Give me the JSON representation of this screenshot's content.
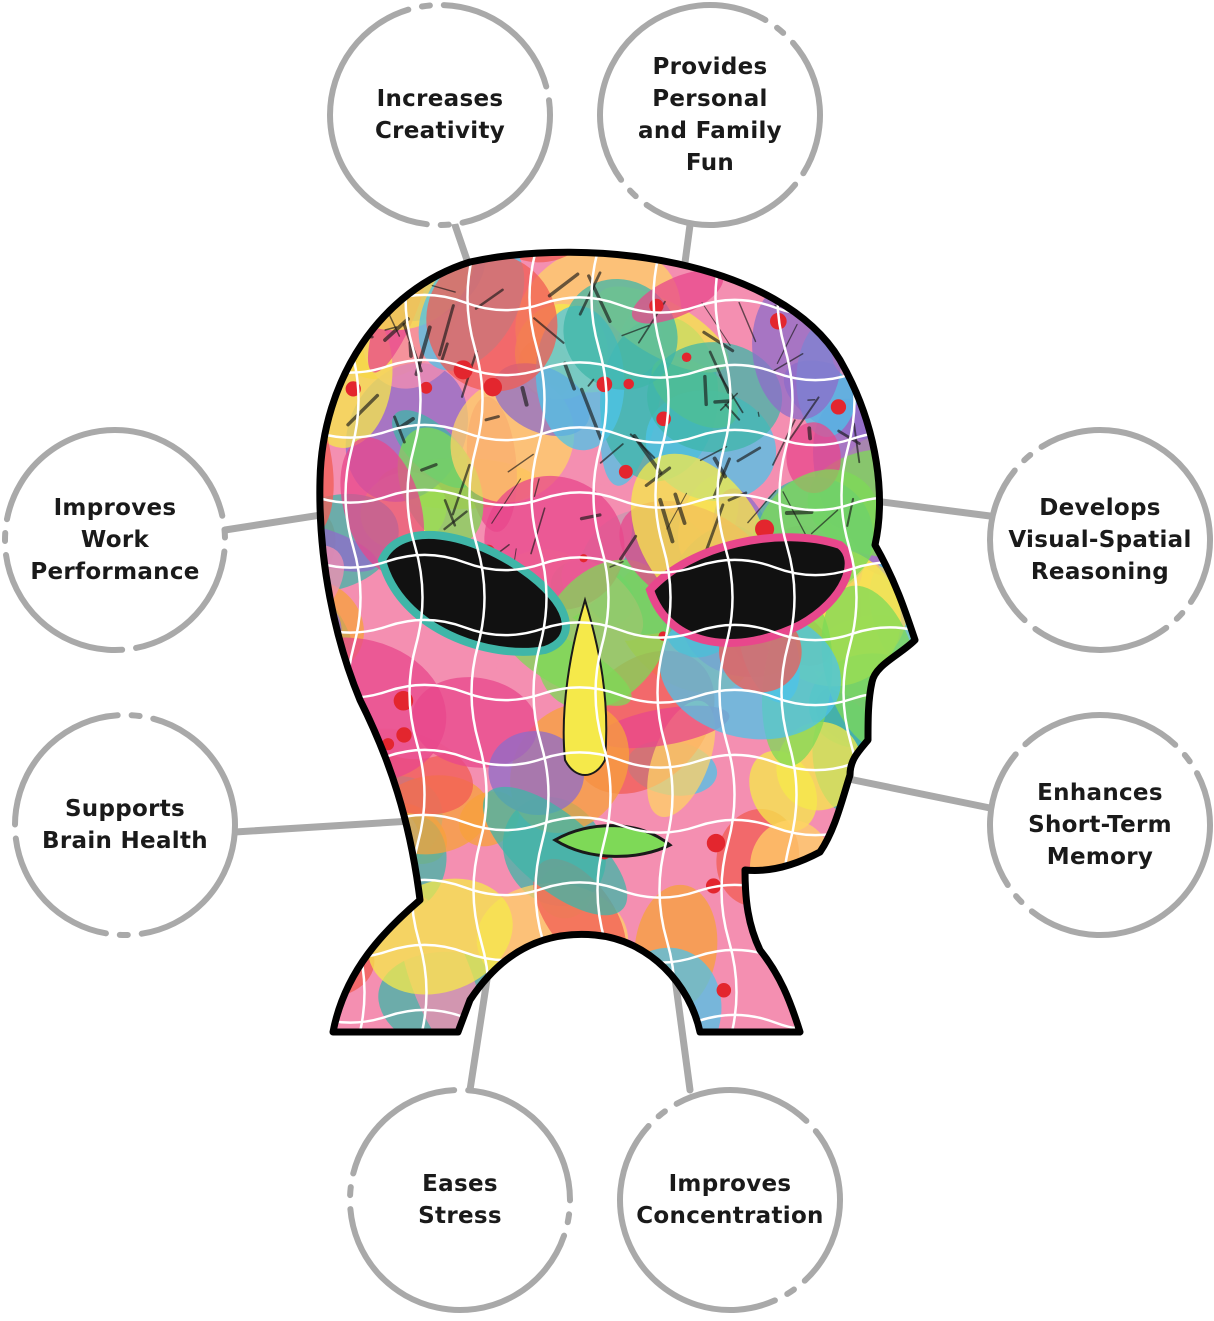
{
  "benefits": [
    {
      "id": "increases-creativity",
      "lines": [
        "Increases",
        "Creativity"
      ]
    },
    {
      "id": "provides-personal-family-fun",
      "lines": [
        "Provides",
        "Personal",
        "and Family",
        "Fun"
      ]
    },
    {
      "id": "improves-work-performance",
      "lines": [
        "Improves",
        "Work",
        "Performance"
      ]
    },
    {
      "id": "develops-visual-spatial-reasoning",
      "lines": [
        "Develops",
        "Visual-Spatial",
        "Reasoning"
      ]
    },
    {
      "id": "supports-brain-health",
      "lines": [
        "Supports",
        "Brain Health"
      ]
    },
    {
      "id": "enhances-short-term-memory",
      "lines": [
        "Enhances",
        "Short-Term",
        "Memory"
      ]
    },
    {
      "id": "eases-stress",
      "lines": [
        "Eases",
        "Stress"
      ]
    },
    {
      "id": "improves-concentration",
      "lines": [
        "Improves",
        "Concentration"
      ]
    }
  ],
  "colors": {
    "ring": "#a9a9a9",
    "connector": "#a9a9a9",
    "text": "#1a1a1a",
    "outline": "#000000",
    "palette": [
      "#f5e94a",
      "#f7a23b",
      "#e8478c",
      "#f48fb1",
      "#4dc3e8",
      "#3fb6a8",
      "#8e6cc9",
      "#7ed957",
      "#f25c54",
      "#ffd166"
    ]
  },
  "image": {
    "subject": "alien-head-puzzle-icon"
  }
}
